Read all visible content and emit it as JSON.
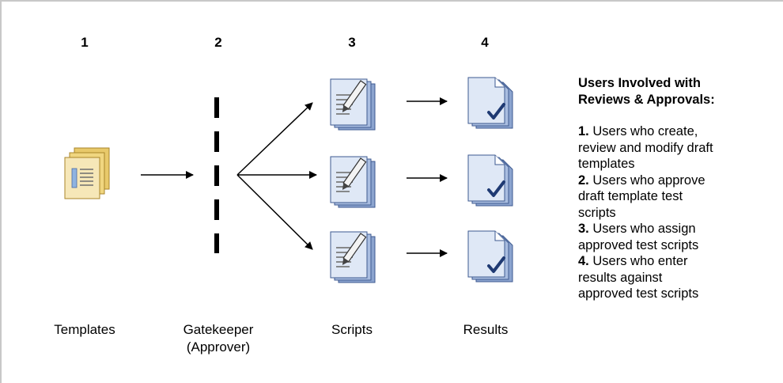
{
  "steps": [
    {
      "number": "1",
      "caption": "Templates"
    },
    {
      "number": "2",
      "caption": "Gatekeeper",
      "caption2": "(Approver)"
    },
    {
      "number": "3",
      "caption": "Scripts"
    },
    {
      "number": "4",
      "caption": "Results"
    }
  ],
  "legend": {
    "title_line1": "Users Involved with",
    "title_line2": "Reviews & Approvals:",
    "items": [
      {
        "num": "1.",
        "lines": [
          "Users who create,",
          "review and modify draft",
          "templates"
        ]
      },
      {
        "num": "2.",
        "lines": [
          "Users who approve",
          "draft template test",
          "scripts"
        ]
      },
      {
        "num": "3.",
        "lines": [
          "Users who assign",
          "approved test scripts"
        ]
      },
      {
        "num": "4.",
        "lines": [
          "Users who enter",
          "results against",
          "approved test scripts"
        ]
      }
    ]
  },
  "icons": {
    "template": "template-stack-icon",
    "script": "script-edit-icon",
    "result": "result-check-icon"
  },
  "colors": {
    "template_fill": "#f2dc9a",
    "template_border": "#b8922a",
    "script_fill": "#c9d8ee",
    "script_border": "#4c6aa2",
    "check": "#1f3a73"
  }
}
